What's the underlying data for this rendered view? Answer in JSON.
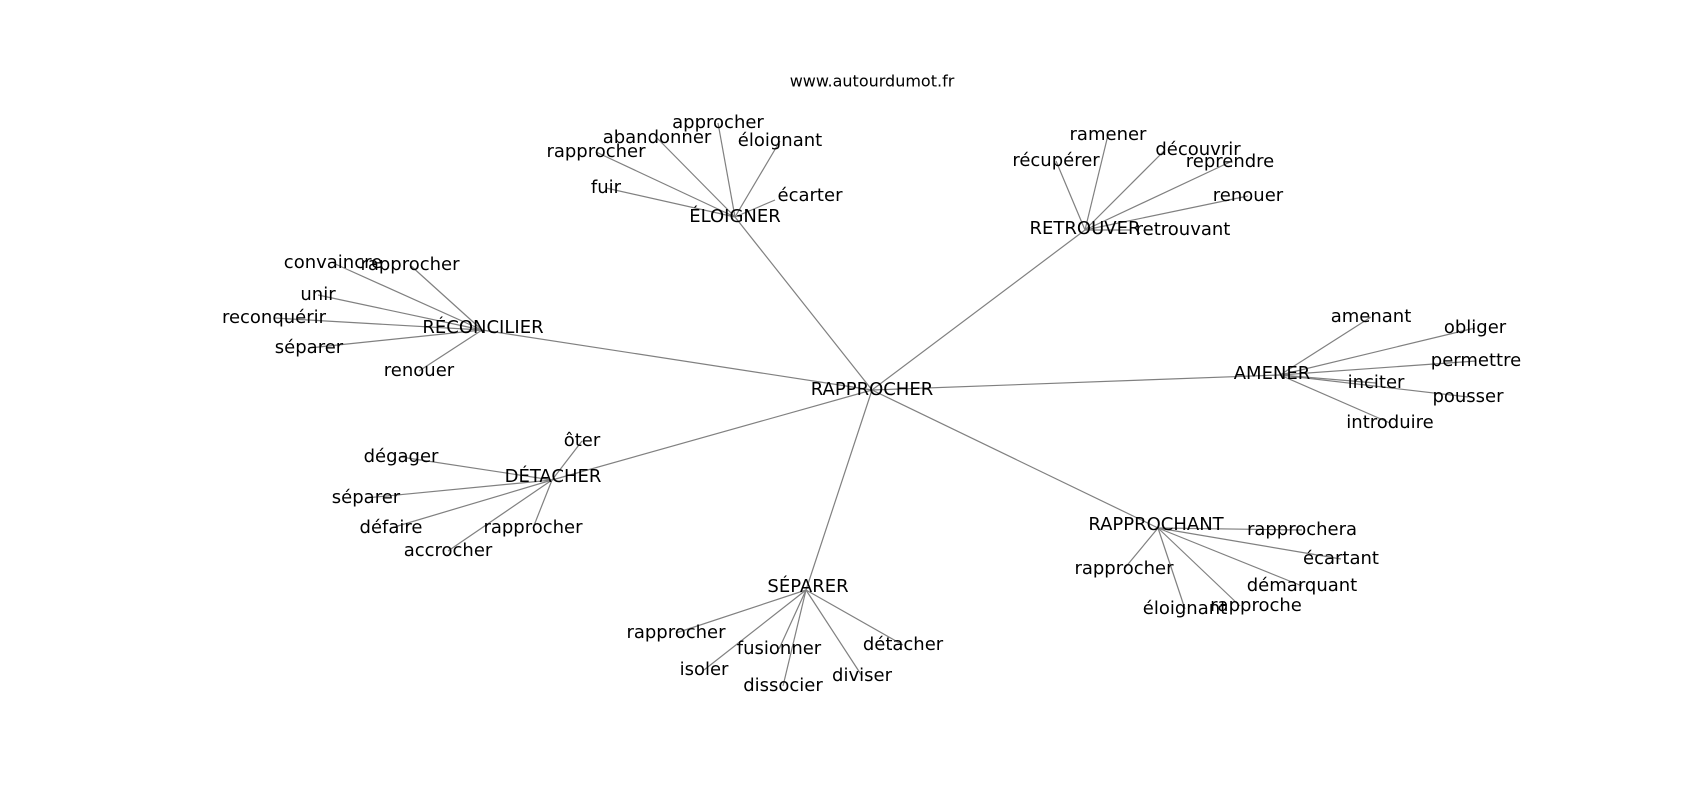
{
  "site": "www.autourdumot.fr",
  "center": "RAPPROCHER",
  "groups": [
    {
      "label": "ÉLOIGNER",
      "leaves": [
        "approcher",
        "abandonner",
        "éloignant",
        "rapprocher",
        "fuir",
        "écarter"
      ]
    },
    {
      "label": "RETROUVER",
      "leaves": [
        "ramener",
        "découvrir",
        "récupérer",
        "reprendre",
        "renouer",
        "retrouvant"
      ]
    },
    {
      "label": "RÉCONCILIER",
      "leaves": [
        "convaincre",
        "rapprocher",
        "unir",
        "reconquérir",
        "séparer",
        "renouer"
      ]
    },
    {
      "label": "AMENER",
      "leaves": [
        "amenant",
        "obliger",
        "permettre",
        "inciter",
        "pousser",
        "introduire"
      ]
    },
    {
      "label": "DÉTACHER",
      "leaves": [
        "ôter",
        "dégager",
        "séparer",
        "défaire",
        "rapprocher",
        "accrocher"
      ]
    },
    {
      "label": "RAPPROCHANT",
      "leaves": [
        "rapprochera",
        "écartant",
        "rapprocher",
        "démarquant",
        "éloignant",
        "rapproche"
      ]
    },
    {
      "label": "SÉPARER",
      "leaves": [
        "rapprocher",
        "fusionner",
        "détacher",
        "isoler",
        "diviser",
        "dissocier"
      ]
    }
  ]
}
